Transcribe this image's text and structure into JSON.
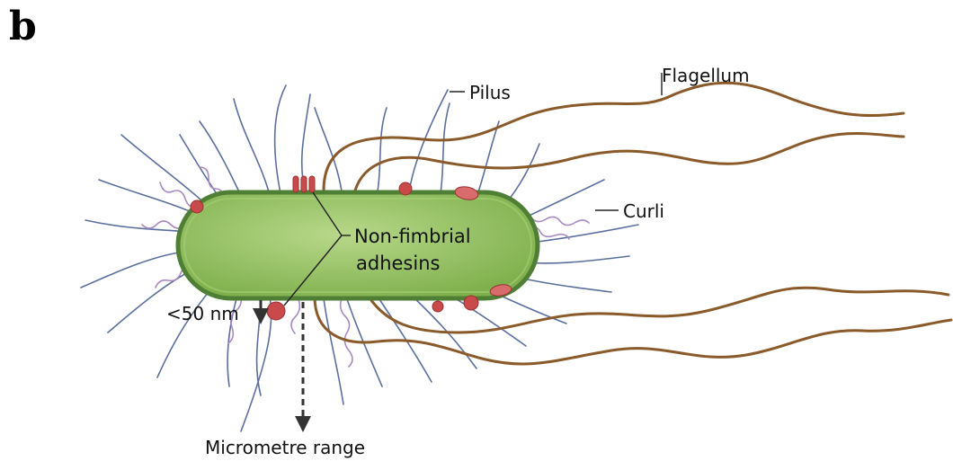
{
  "panel_letter": "b",
  "labels": {
    "flagellum": "Flagellum",
    "pilus": "Pilus",
    "curli": "Curli",
    "adhesins_line1": "Non-fimbrial",
    "adhesins_line2": "adhesins",
    "short_range": "<50 nm",
    "long_range": "Micrometre range"
  },
  "colors": {
    "cell_fill": "#8cbd5a",
    "cell_outline": "#4f7f34",
    "flagellum": "#8b5a2b",
    "pilus": "#5b6f9e",
    "curli": "#a98ac4",
    "adhesin": "#c94a4a"
  }
}
